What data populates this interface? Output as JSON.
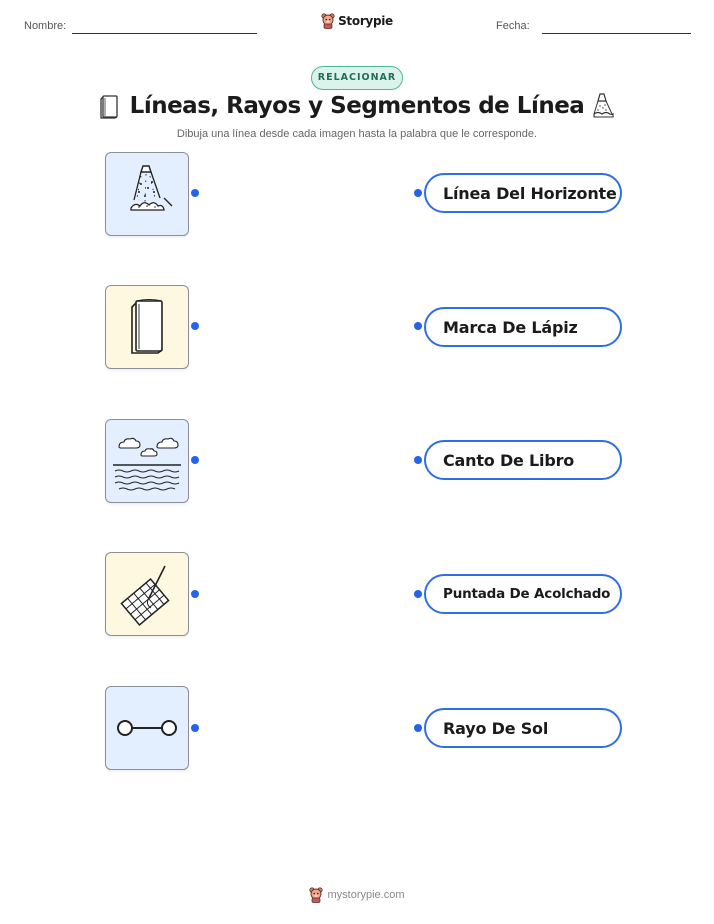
{
  "header": {
    "name_label": "Nombre:",
    "date_label": "Fecha:",
    "brand": "Storypie"
  },
  "badge": "RELACIONAR",
  "title": "Líneas, Rayos y Segmentos de Línea",
  "subtitle": "Dibuja una línea desde cada imagen hasta la palabra que le corresponde.",
  "left_items": [
    {
      "icon": "shower-head-icon",
      "bg": "#e3efff"
    },
    {
      "icon": "book-icon",
      "bg": "#fdf8df"
    },
    {
      "icon": "horizon-clouds-icon",
      "bg": "#e3efff"
    },
    {
      "icon": "quilt-needle-icon",
      "bg": "#fdf8df"
    },
    {
      "icon": "line-segment-icon",
      "bg": "#e3efff"
    }
  ],
  "right_items": [
    "Línea Del Horizonte",
    "Marca De Lápiz",
    "Canto De Libro",
    "Puntada De Acolchado",
    "Rayo De Sol"
  ],
  "colors": {
    "accent": "#2f6fe4",
    "dot": "#2563eb",
    "badge_border": "#4bb79b",
    "badge_bg": "#dcf3ec",
    "card_blue": "#e3efff",
    "card_yellow": "#fdf8df"
  },
  "footer": "mystorypie.com"
}
